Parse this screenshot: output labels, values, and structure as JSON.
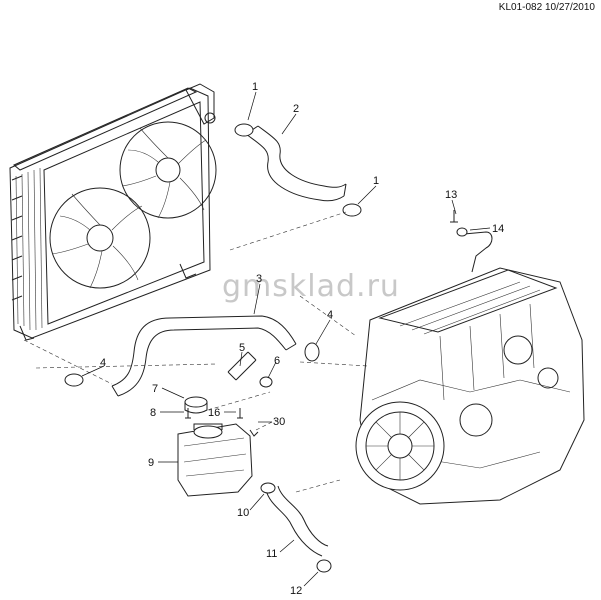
{
  "header": {
    "code": "KL01-082 10/27/2010"
  },
  "watermark": "gmsklad.ru",
  "callouts": [
    "1",
    "2",
    "1",
    "13",
    "14",
    "3",
    "4",
    "4",
    "5",
    "6",
    "7",
    "8",
    "16",
    "30",
    "9",
    "10",
    "11",
    "12"
  ]
}
